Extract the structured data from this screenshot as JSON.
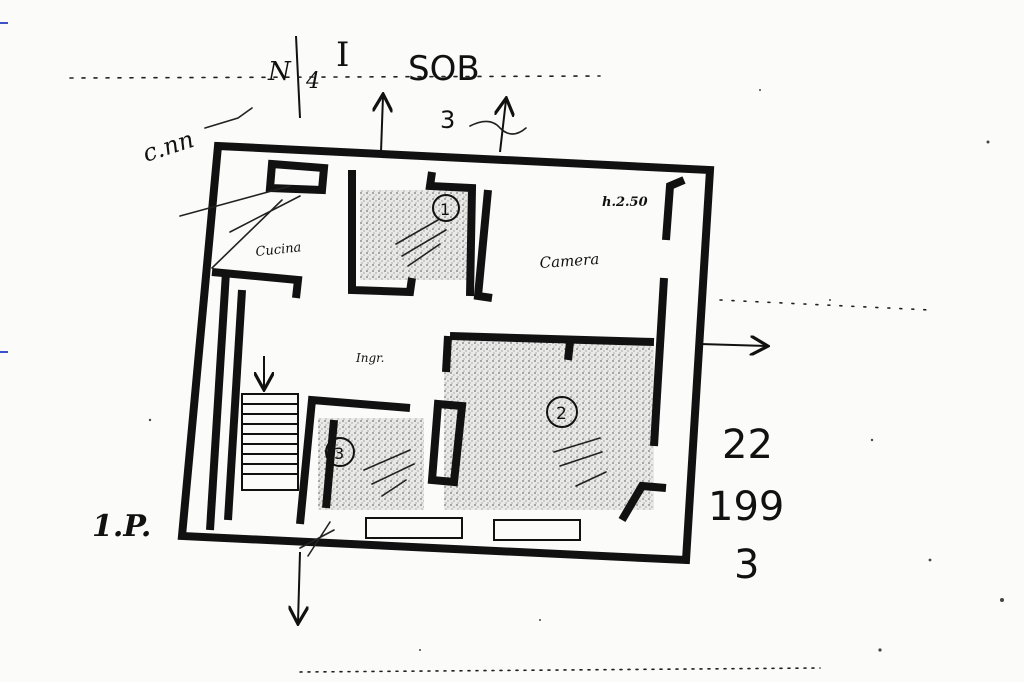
{
  "header": {
    "floor_mark": "I",
    "sheet_code": "SOB",
    "sub_number": "3",
    "corner_scrawl": "c.nn"
  },
  "plan": {
    "height_note": "h.2.50",
    "room_labels": {
      "top_left": "Cucina",
      "top_right": "Camera",
      "center": "Ingr."
    },
    "room_numbers": [
      "1",
      "2",
      "3"
    ],
    "floor_label": "1.P."
  },
  "margin_note": {
    "line1": "22",
    "line2": "199",
    "line3": "3"
  },
  "colors": {
    "ink": "#111111",
    "paper": "#fbfbfa",
    "edge_marks": "#3c52c8"
  }
}
